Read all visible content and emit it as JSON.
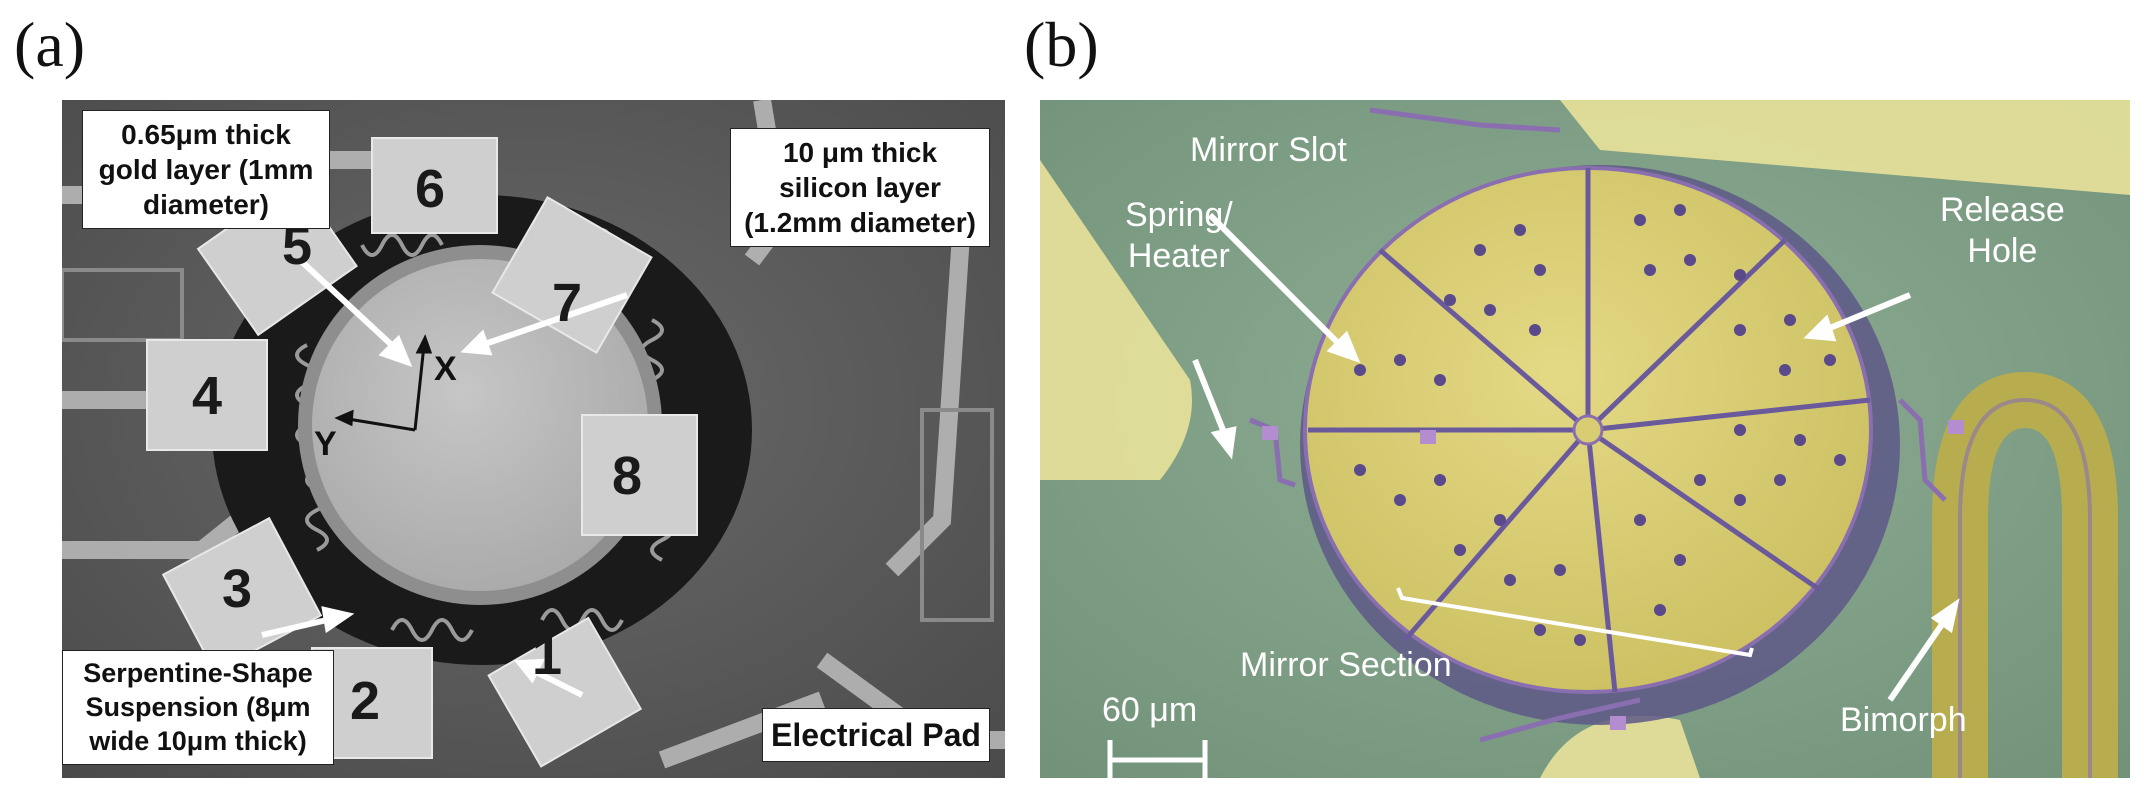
{
  "panel_a": {
    "label": "(a)",
    "annotations": {
      "gold_layer": "0.65μm thick\ngold layer (1mm\ndiameter)",
      "silicon_layer": "10 μm thick\nsilicon layer\n(1.2mm diameter)",
      "suspension": "Serpentine-Shape\nSuspension (8μm\nwide 10μm thick)",
      "electrical_pad": "Electrical Pad"
    },
    "pad_numbers": [
      "1",
      "2",
      "3",
      "4",
      "5",
      "6",
      "7",
      "8"
    ],
    "axes": {
      "x": "X",
      "y": "Y"
    }
  },
  "panel_b": {
    "label": "(b)",
    "annotations": {
      "mirror_slot": "Mirror Slot",
      "spring_heater": "Spring/\nHeater",
      "release_hole": "Release\nHole",
      "mirror_section": "Mirror Section",
      "bimorph": "Bimorph",
      "scale_bar": "60 μm"
    }
  },
  "colors": {
    "sem_background": "#5c5c5c",
    "sem_pad": "#cfcfcf",
    "sem_trench": "#1a1a1a",
    "mirror_gray": "#bdbdbd",
    "green_background": "#7f9f87",
    "gold_mirror": "#d8cd73",
    "purple_outline": "#8a6fb0",
    "bimorph": "#b7ad4e"
  }
}
